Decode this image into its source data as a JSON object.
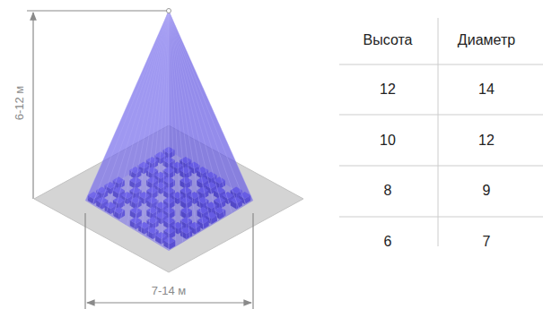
{
  "diagram": {
    "labels": [
      "6-12 м",
      "7-14 м",
      "Высота",
      "Диаметр",
      "12",
      "14",
      "10",
      "12",
      "8",
      "9",
      "6",
      "7"
    ]
  }
}
